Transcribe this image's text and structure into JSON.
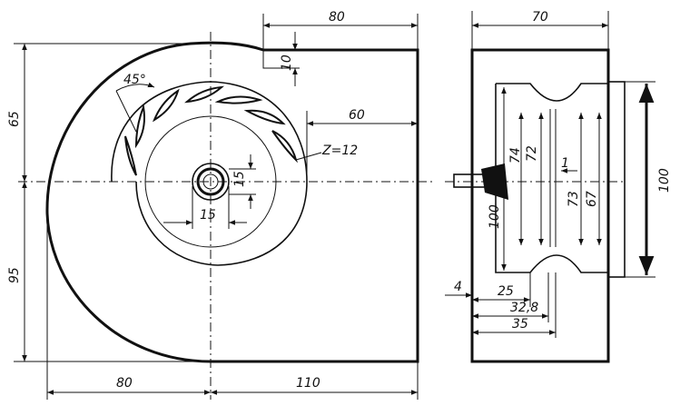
{
  "front_view": {
    "dims": {
      "outlet_width": "80",
      "outlet_offset": "10",
      "top_height": "65",
      "bottom_height": "95",
      "blade_angle": "45°",
      "radius_60": "60",
      "blade_count": "Z=12",
      "hub_height": "15",
      "hub_width": "15",
      "left_width": "80",
      "right_width": "110"
    }
  },
  "side_view": {
    "dims": {
      "total_width": "70",
      "outlet_height": "100",
      "d74": "74",
      "d72": "72",
      "d73": "73",
      "d67": "67",
      "d100": "100",
      "w25": "25",
      "w32_8": "32,8",
      "w35": "35",
      "label_1": "1",
      "label_4": "4"
    }
  }
}
